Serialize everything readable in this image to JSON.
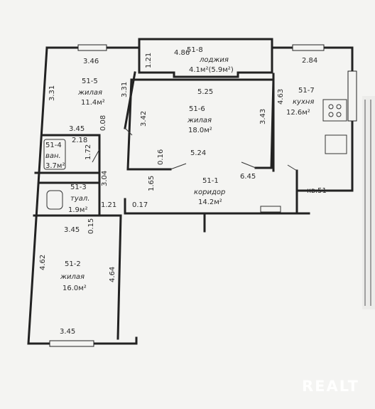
{
  "plan": {
    "dimensions": {
      "d_346": "3.46",
      "d_486": "4.86",
      "d_121a": "1.21",
      "d_284": "2.84",
      "d_331a": "3.31",
      "d_331b": "3.31",
      "d_525": "5.25",
      "d_463": "4.63",
      "d_342": "3.42",
      "d_343": "3.43",
      "d_345a": "3.45",
      "d_008": "0.08",
      "d_218": "2.18",
      "d_172": "1.72",
      "d_016": "0.16",
      "d_524": "5.24",
      "d_645": "6.45",
      "d_304": "3.04",
      "d_165": "1.65",
      "d_121b": "1.21",
      "d_017": "0.17",
      "d_345b": "3.45",
      "d_015": "0.15",
      "d_462": "4.62",
      "d_464": "4.64",
      "d_345c": "3.45"
    },
    "rooms": {
      "r8": {
        "code": "51-8",
        "name": "лоджия",
        "area": "4.1м²(5.9м²)"
      },
      "r5": {
        "code": "51-5",
        "name": "жилая",
        "area": "11.4м²"
      },
      "r6": {
        "code": "51-6",
        "name": "жилая",
        "area": "18.0м²"
      },
      "r7": {
        "code": "51-7",
        "name": "кухня",
        "area": "12.6м²"
      },
      "r4": {
        "code": "51-4",
        "name": "ван.",
        "area": "3.7м²"
      },
      "r3": {
        "code": "51-3",
        "name": "туал.",
        "area": "1.9м²"
      },
      "r1": {
        "code": "51-1",
        "name": "коридор",
        "area": "14.2м²"
      },
      "r2": {
        "code": "51-2",
        "name": "жилая",
        "area": "16.0м²"
      }
    },
    "apartment_label": "кв.51"
  },
  "watermark": "REALT"
}
